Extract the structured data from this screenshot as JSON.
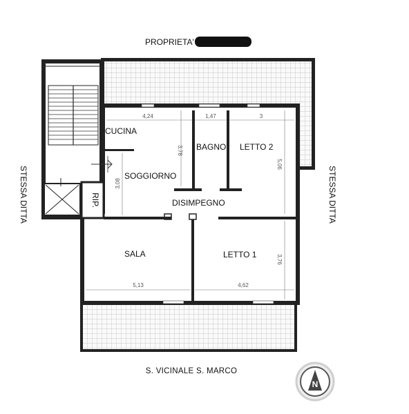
{
  "labels": {
    "owner_prefix": "PROPRIETA'",
    "side_left": "STESSA DITTA",
    "side_right": "STESSA DITTA",
    "street_bottom": "S. VICINALE S. MARCO",
    "compass_letter": "N"
  },
  "rooms": {
    "cucina": "CUCINA",
    "soggiorno": "SOGGIORNO",
    "bagno": "BAGNO",
    "letto2": "LETTO 2",
    "ripostiglio": "RIP.",
    "disimpegno": "DISIMPEGNO",
    "sala": "SALA",
    "letto1": "LETTO 1"
  },
  "dimensions": {
    "top_left": "4,24",
    "top_mid": "1,47",
    "top_right": "3",
    "h_cucina": "3,78",
    "h_soggiorno": "3,08",
    "h_letto2": "5,06",
    "h_letto1": "3,76",
    "bottom_left": "5,13",
    "bottom_right": "4,62"
  }
}
